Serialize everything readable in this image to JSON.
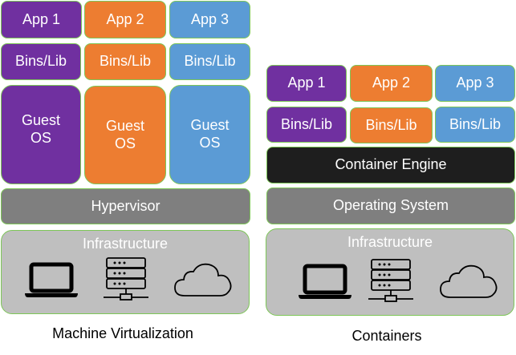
{
  "left": {
    "caption": "Machine Virtualization",
    "apps": [
      "App 1",
      "App 2",
      "App 3"
    ],
    "bins": [
      "Bins/Lib",
      "Bins/Lib",
      "Bins/Lib"
    ],
    "guest_os": [
      "Guest\nOS",
      "Guest\nOS",
      "Guest\nOS"
    ],
    "hypervisor": "Hypervisor",
    "infrastructure": "Infrastructure",
    "icons": [
      "laptop-icon",
      "server-icon",
      "cloud-icon"
    ]
  },
  "right": {
    "caption": "Containers",
    "apps": [
      "App 1",
      "App 2",
      "App 3"
    ],
    "bins": [
      "Bins/Lib",
      "Bins/Lib",
      "Bins/Lib"
    ],
    "engine": "Container Engine",
    "os": "Operating System",
    "infrastructure": "Infrastructure",
    "icons": [
      "laptop-icon",
      "server-icon",
      "cloud-icon"
    ]
  },
  "colors": {
    "app1": "#7030a0",
    "app2": "#ed7d31",
    "app3": "#5b9bd5",
    "border": "#7dc657",
    "engine": "#1e1e1e",
    "layer": "#7f7f7f",
    "infra": "#bfbfbf"
  }
}
